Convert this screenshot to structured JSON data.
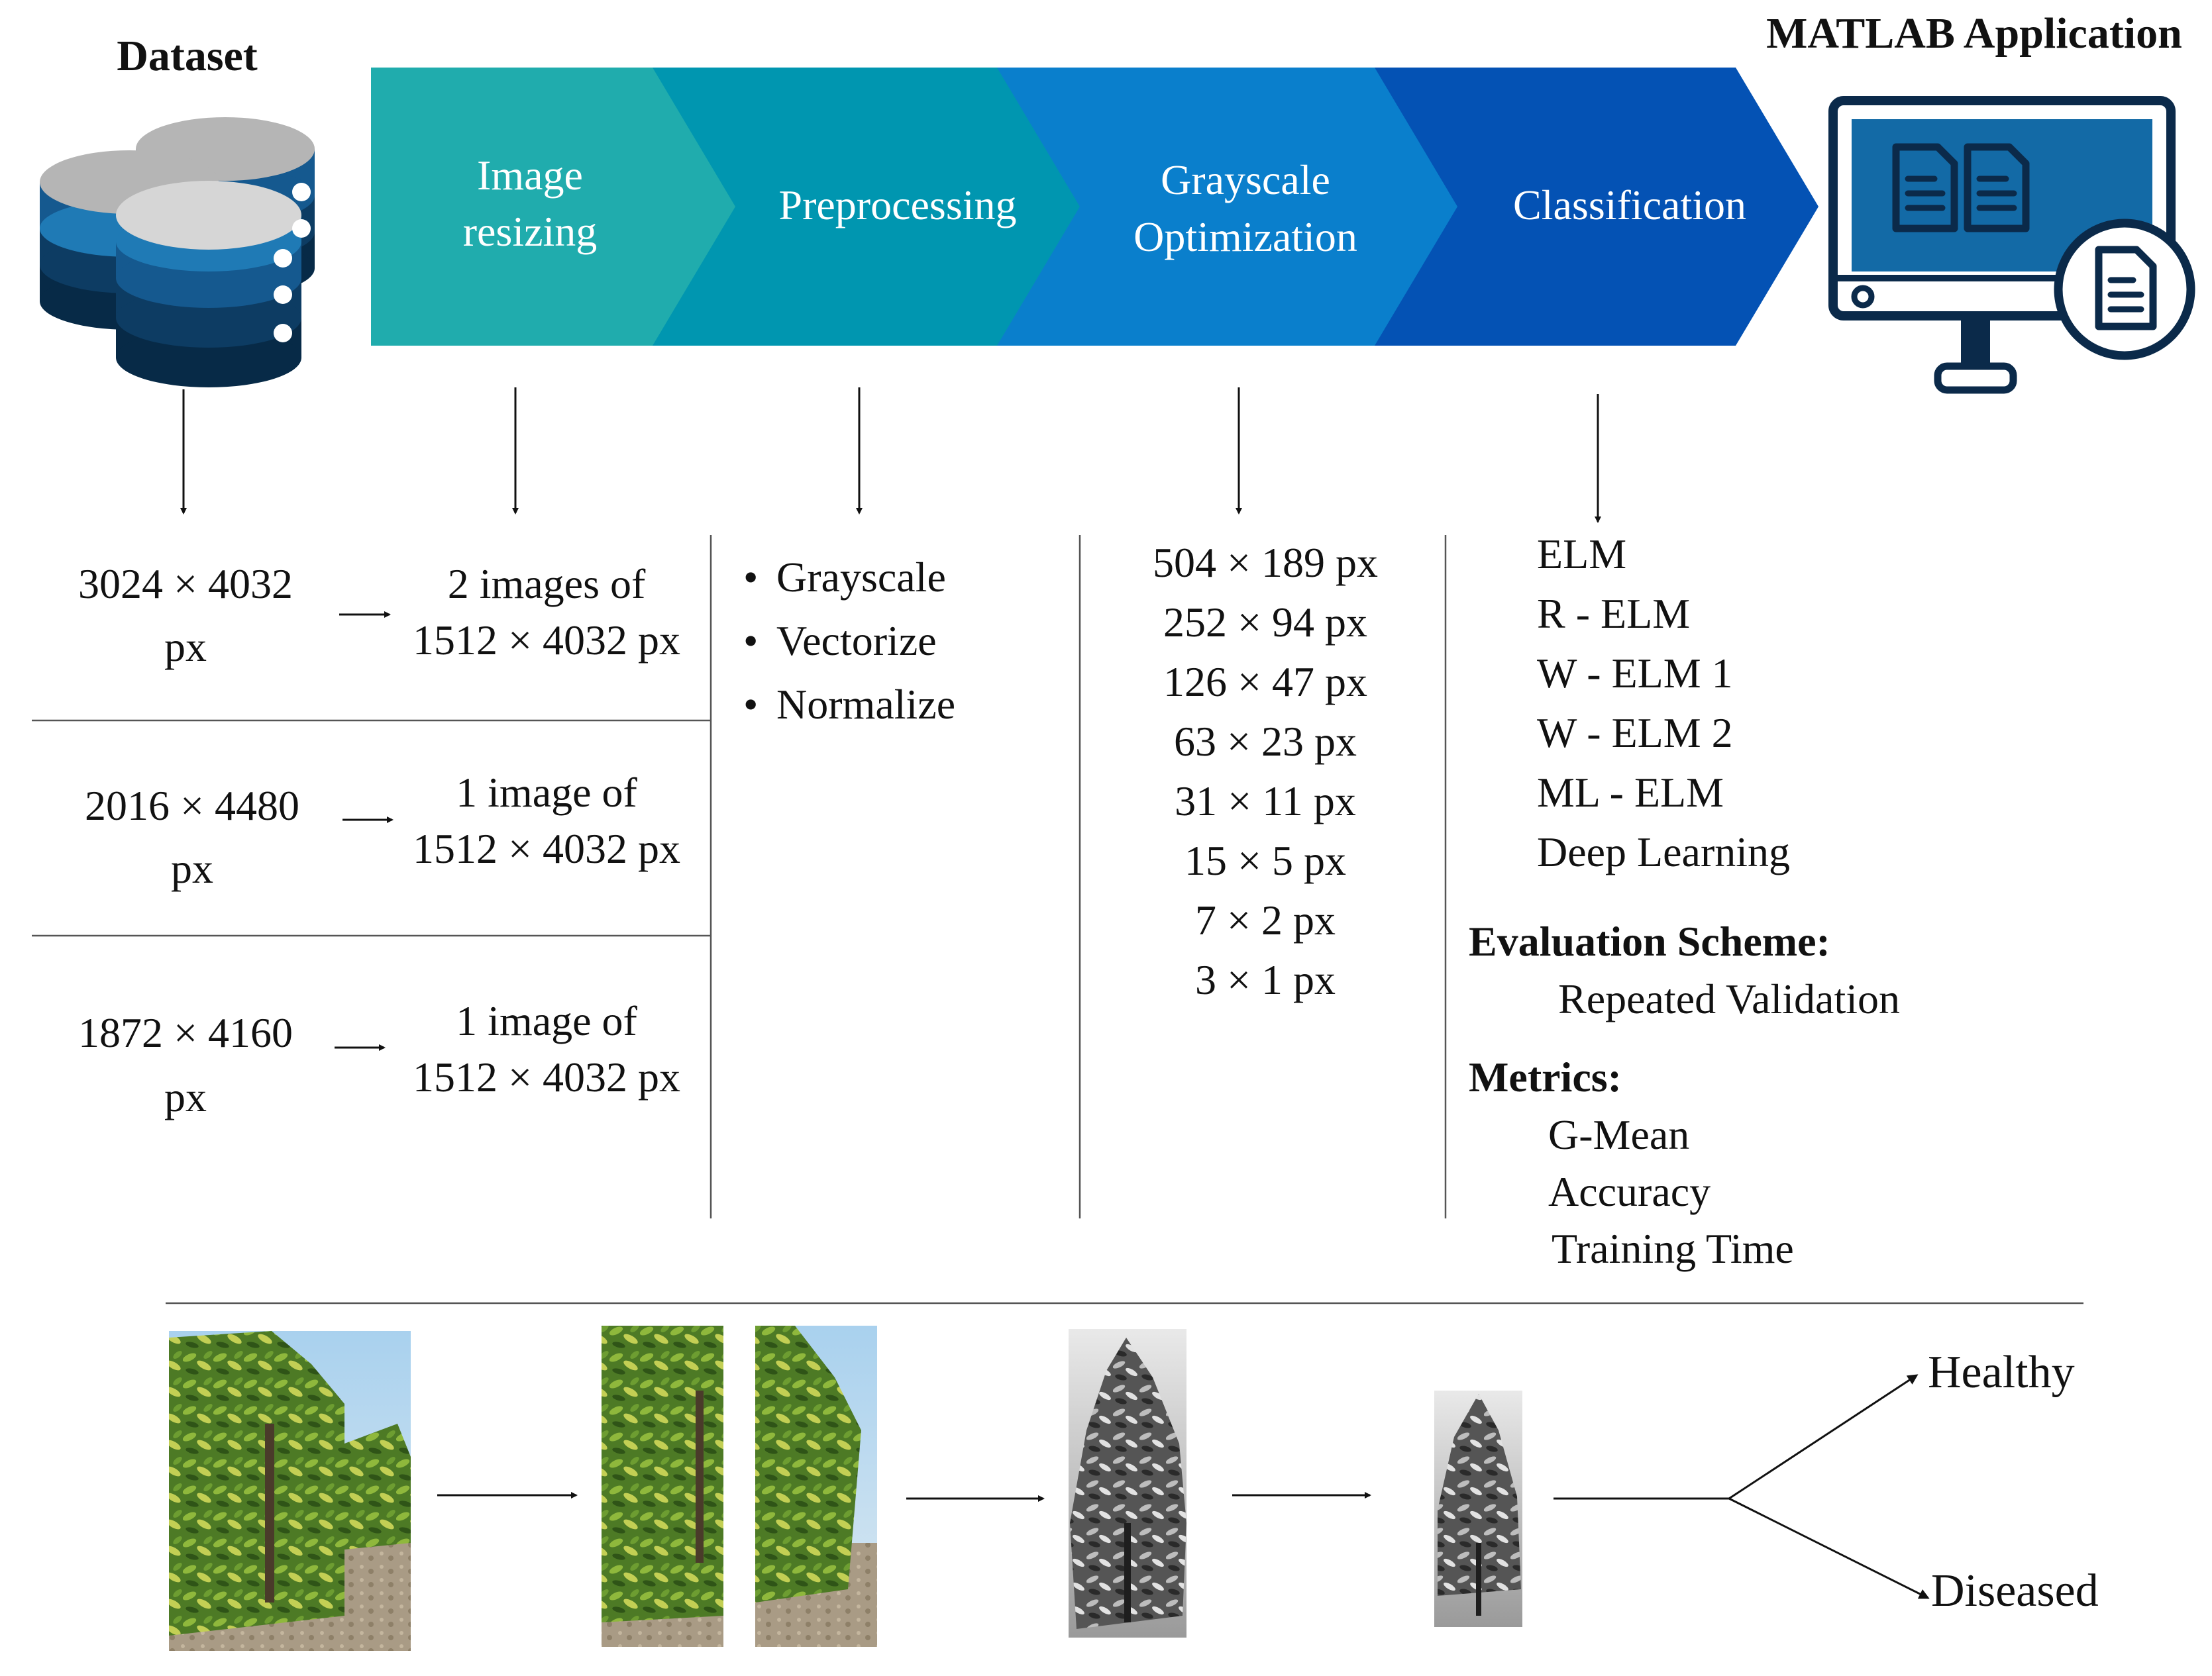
{
  "headings": {
    "dataset": "Dataset",
    "matlab": "MATLAB Application"
  },
  "pipeline": {
    "colors": [
      "#20acad",
      "#0096b0",
      "#0a7fcc",
      "#0452b4"
    ],
    "stages": [
      {
        "line1": "Image",
        "line2": "resizing"
      },
      {
        "line1": "Preprocessing",
        "line2": ""
      },
      {
        "line1": "Grayscale",
        "line2": "Optimization"
      },
      {
        "line1": "Classification",
        "line2": ""
      }
    ]
  },
  "dataset_rows": [
    {
      "size_line1": "3024 × 4032",
      "size_line2": "px",
      "result_line1": "2 images of",
      "result_line2": "1512 × 4032 px"
    },
    {
      "size_line1": "2016 × 4480",
      "size_line2": "px",
      "result_line1": "1 image of",
      "result_line2": "1512 × 4032 px"
    },
    {
      "size_line1": "1872 × 4160",
      "size_line2": "px",
      "result_line1": "1 image of",
      "result_line2": "1512 × 4032 px"
    }
  ],
  "preprocessing_steps": [
    "Grayscale",
    "Vectorize",
    "Normalize"
  ],
  "grayscale_sizes": [
    "504 × 189 px",
    "252 × 94 px",
    "126 × 47 px",
    "63 × 23 px",
    "31 × 11 px",
    "15 × 5 px",
    "7 × 2 px",
    "3 × 1 px"
  ],
  "classifiers": [
    "ELM",
    "R - ELM",
    "W - ELM 1",
    "W - ELM 2",
    "ML - ELM",
    "Deep Learning"
  ],
  "evaluation": {
    "title": "Evaluation Scheme:",
    "value": "Repeated Validation"
  },
  "metrics": {
    "title": "Metrics:",
    "items": [
      "G-Mean",
      "Accuracy",
      "Training Time"
    ]
  },
  "outputs": {
    "healthy": "Healthy",
    "diseased": "Diseased"
  },
  "icons": {
    "dataset": "database-stack-icon",
    "matlab": "computer-monitor-document-icon"
  },
  "colors": {
    "db_gray": "#b5b5b5",
    "db_blue": "#1f7ab5",
    "db_mid": "#15598f",
    "db_dark": "#0d3c63",
    "db_darkest": "#072a47",
    "monitor_outline": "#0b2a4a",
    "monitor_screen": "#136aa6",
    "foliage_green": "#5f8f2e"
  }
}
